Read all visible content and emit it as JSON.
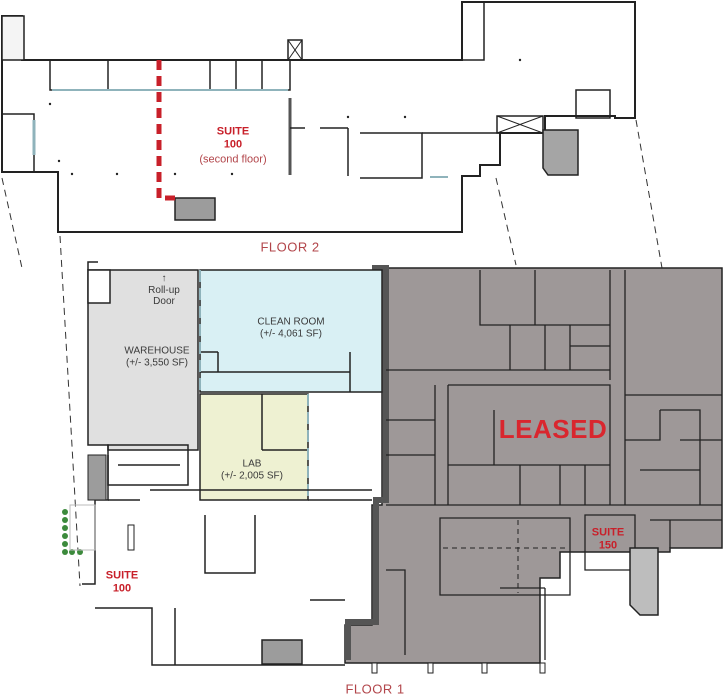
{
  "floor2": {
    "title": "FLOOR 2",
    "suite_100": {
      "name": "SUITE",
      "number": "100",
      "note": "(second floor)"
    }
  },
  "floor1": {
    "title": "FLOOR 1",
    "warehouse": {
      "name": "WAREHOUSE",
      "area": "(+/- 3,550 SF)"
    },
    "rollup_door": {
      "line1": "Roll-up",
      "line2": "Door",
      "arrow": "↑"
    },
    "clean_room": {
      "name": "CLEAN ROOM",
      "area": "(+/- 4,061 SF)"
    },
    "lab": {
      "name": "LAB",
      "area": "(+/- 2,005 SF)"
    },
    "leased": {
      "label": "LEASED"
    },
    "suite_100": {
      "name": "SUITE",
      "number": "100"
    },
    "suite_150": {
      "name": "SUITE",
      "number": "150"
    }
  },
  "colors": {
    "warehouse_fill": "#e0e0e0",
    "clean_room_fill": "#d9f0f4",
    "lab_fill": "#eef1d2",
    "leased_fill": "#9e9898",
    "accent_red": "#c8202a",
    "wall": "#222222",
    "glass": "#8fb3bb"
  }
}
